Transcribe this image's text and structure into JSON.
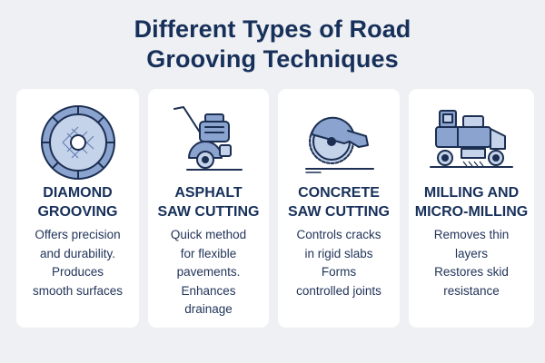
{
  "title": {
    "line1": "Different Types of Road",
    "line2": "Grooving Techniques"
  },
  "cards": [
    {
      "icon": "diamond-blade-icon",
      "heading": [
        "DIAMOND",
        "GROOVING"
      ],
      "description": [
        "Offers precision",
        "and durability.",
        "Produces",
        "smooth surfaces"
      ]
    },
    {
      "icon": "asphalt-saw-icon",
      "heading": [
        "ASPHALT",
        "SAW CUTTING"
      ],
      "description": [
        "Quick method",
        "for flexible",
        "pavements.",
        "Enhances",
        "drainage"
      ]
    },
    {
      "icon": "concrete-saw-icon",
      "heading": [
        "CONCRETE",
        "SAW CUTTING"
      ],
      "description": [
        "Controls cracks",
        "in rigid slabs",
        "Forms",
        "controlled joints"
      ]
    },
    {
      "icon": "milling-machine-icon",
      "heading": [
        "MILLING AND",
        "MICRO-MILLING"
      ],
      "description": [
        "Removes thin",
        "layers",
        "Restores skid",
        "resistance"
      ]
    }
  ],
  "colors": {
    "navy": "#17305a",
    "blue_fill": "#8aa4cf",
    "light_fill": "#c4d2ea",
    "card_bg": "#ffffff",
    "page_bg": "#eef0f3"
  }
}
